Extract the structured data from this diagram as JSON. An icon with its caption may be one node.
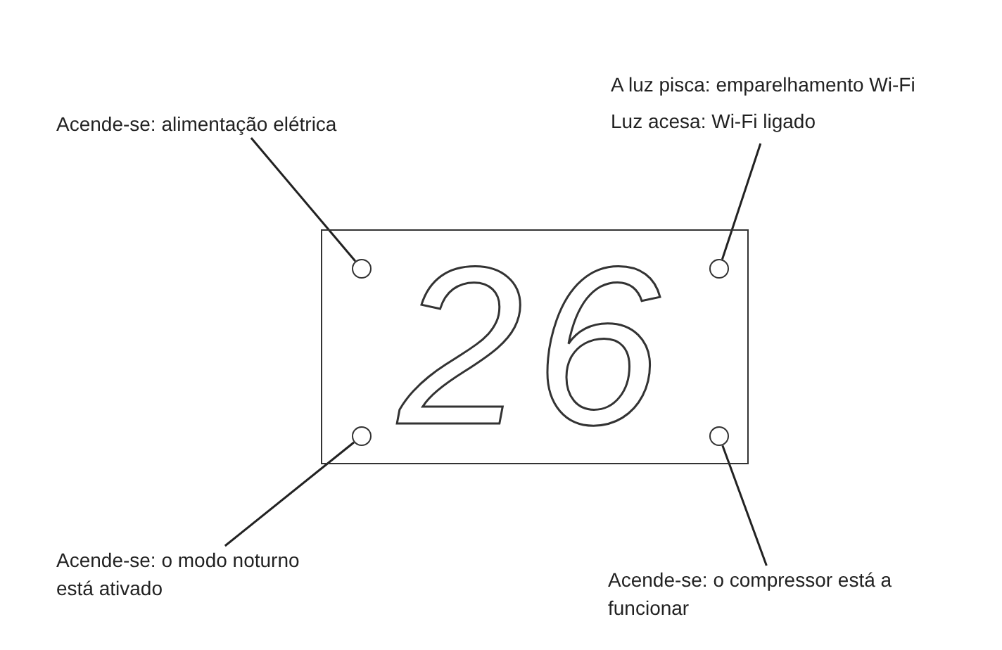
{
  "diagram": {
    "nodes": [
      {
        "text": [
          "26"
        ]
      },
      {
        "text": [],
        "shape": "circle",
        "in": 0
      },
      {
        "text": [],
        "shape": "circle",
        "in": 0
      },
      {
        "text": [],
        "shape": "circle",
        "in": 0
      },
      {
        "text": [],
        "shape": "circle",
        "in": 0
      },
      {
        "text": [
          "Acende-se: alimentação elétrica"
        ]
      },
      {
        "text": [
          "A luz pisca: emparelhamento Wi-Fi",
          "Luz acesa: Wi-Fi ligado"
        ]
      },
      {
        "text": [
          "Acende-se: o modo noturno está ativado"
        ]
      },
      {
        "text": [
          "Acende-se: o compressor está a funcionar"
        ]
      }
    ],
    "edges": [
      {
        "from": 5,
        "to": 1,
        "arrow": "none"
      },
      {
        "from": 6,
        "to": 2,
        "arrow": "none"
      },
      {
        "from": 7,
        "to": 3,
        "arrow": "none"
      },
      {
        "from": 8,
        "to": 4,
        "arrow": "none"
      }
    ]
  }
}
